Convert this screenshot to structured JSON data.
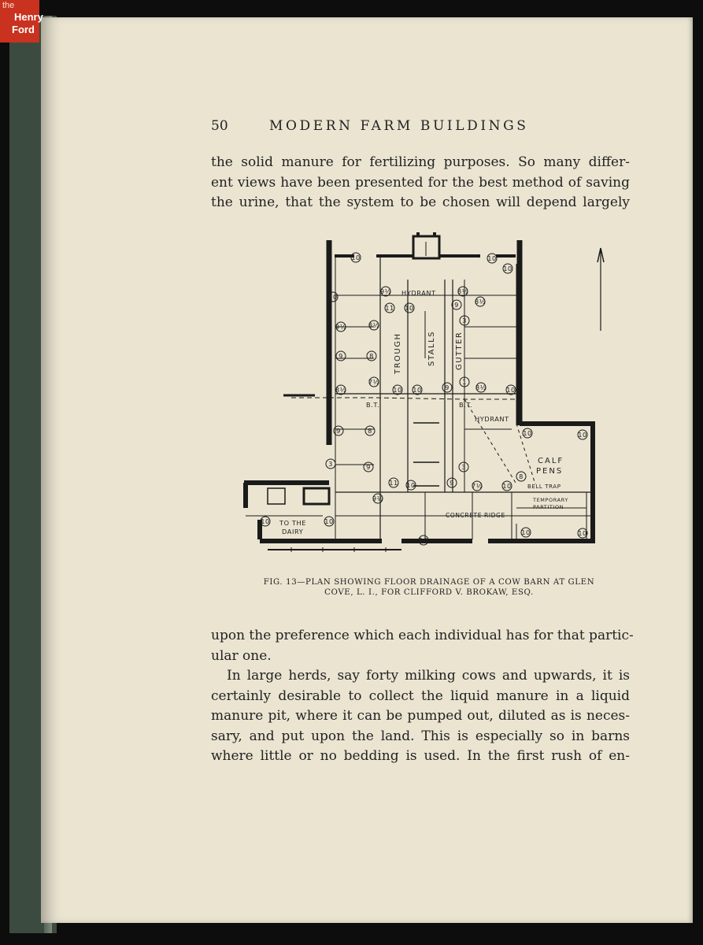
{
  "watermark": {
    "line1": "the",
    "line2": "Henry",
    "line3": "Ford"
  },
  "header": {
    "page_number": "50",
    "running_title": "MODERN FARM BUILDINGS"
  },
  "paragraph_1": [
    "the solid manure for fertilizing purposes. So many differ-",
    "ent views have been presented for the best method of saving",
    "the urine, that the system to be chosen will depend largely"
  ],
  "figure": {
    "labels": {
      "hydrant_top": "HYDRANT",
      "hydrant_right": "HYDRANT",
      "trough": "TROUGH",
      "stalls": "STALLS",
      "gutter": "GUTTER",
      "bt_left": "B.T.",
      "bt_right": "B.T.",
      "calf": "CALF",
      "pens": "PENS",
      "bell_trap": "BELL TRAP",
      "temporary": "TEMPORARY",
      "partition": "PARTITION",
      "concrete_ridge": "CONCRETE RIDGE",
      "to_the": "TO THE",
      "dairy": "DAIRY"
    },
    "elevation_marks": [
      "10",
      "10",
      "10",
      "10",
      "9½",
      "8½",
      "9",
      "8½",
      "9½",
      "8½",
      "9",
      "8",
      "8½",
      "7½",
      "10",
      "10",
      "9",
      "8½",
      "10",
      "9",
      "8",
      "10",
      "10",
      "9",
      "3",
      "11",
      "10",
      "9",
      "7½",
      "10",
      "9½",
      "10",
      "10",
      "10",
      "10",
      "10",
      "11",
      "10",
      "3",
      "3",
      "1",
      "8"
    ]
  },
  "caption": {
    "line1": "FIG. 13—PLAN SHOWING FLOOR DRAINAGE OF A COW BARN AT GLEN",
    "line2": "COVE, L. I., FOR CLIFFORD V. BROKAW, ESQ."
  },
  "paragraph_2": [
    "upon the preference which each individual has for that partic-",
    "ular one."
  ],
  "paragraph_3": [
    "In large herds, say forty milking cows and upwards, it is",
    "certainly desirable to collect the liquid manure in a liquid",
    "manure pit, where it can be pumped out, diluted as is neces-",
    "sary, and put upon the land. This is especially so in barns",
    "where little or no bedding is used. In the first rush of en-"
  ]
}
